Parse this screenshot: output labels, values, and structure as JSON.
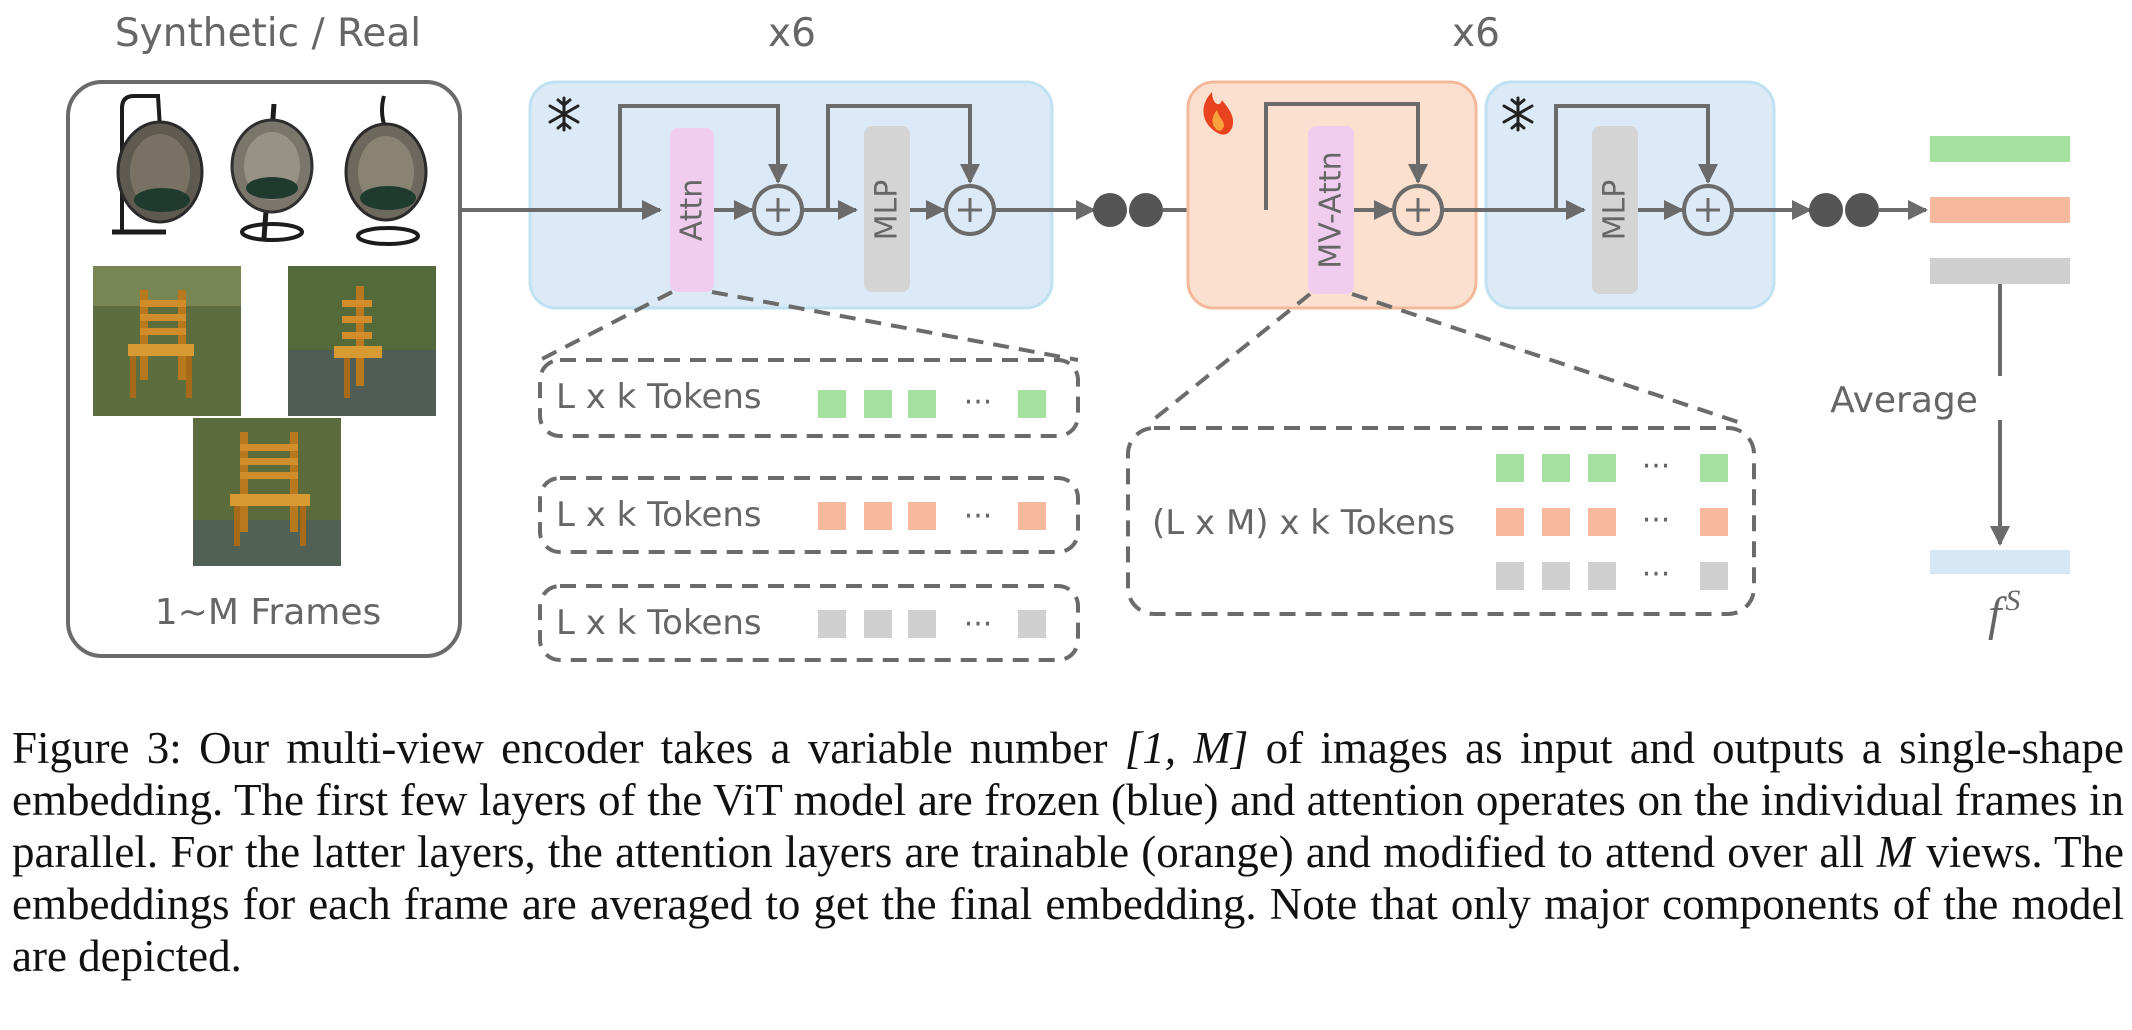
{
  "input": {
    "title": "Synthetic / Real",
    "frames_label": "1~M Frames"
  },
  "frozen_block": {
    "repeat": "x6",
    "attn_label": "Attn",
    "mlp_label": "MLP",
    "state_icon": "snowflake-icon"
  },
  "trainable_block": {
    "repeat": "x6",
    "attn_label": "MV-Attn",
    "mlp_label": "MLP",
    "attn_state_icon": "flame-icon",
    "mlp_state_icon": "snowflake-icon"
  },
  "tokens_single": [
    {
      "label": "L x k Tokens",
      "color": "#a6e0a0"
    },
    {
      "label": "L x k Tokens",
      "color": "#f7b99e"
    },
    {
      "label": "L x k Tokens",
      "color": "#cfcfcf"
    }
  ],
  "tokens_multi": {
    "label": "(L x M) x k Tokens",
    "row_colors": [
      "#a6e0a0",
      "#f7b99e",
      "#cfcfcf"
    ]
  },
  "ellipsis": "···",
  "average": {
    "label": "Average",
    "output_symbol": "f",
    "output_superscript": "S"
  },
  "colors": {
    "frozen": "#dce9f6",
    "frozen_border": "#bfe1f2",
    "trainable": "#fce0cf",
    "trainable_border": "#f3b99a",
    "attn_pill": "#f0cdee",
    "mlp_pill": "#d4d4d4",
    "line": "#6b6b6b",
    "output_embedding": "#d5e6f5"
  },
  "caption": {
    "p1": "Figure 3: Our multi-view encoder takes a variable number ",
    "m1": "[1, M]",
    "p2": " of images as input and outputs a single-shape embedding. The first few layers of the ViT model are frozen (blue) and attention operates on the individual frames in parallel. For the latter layers, the attention layers are trainable (orange) and modified to attend over all ",
    "m2": "M",
    "p3": " views. The embeddings for each frame are averaged to get the final embedding. Note that only major components of the model are depicted."
  }
}
